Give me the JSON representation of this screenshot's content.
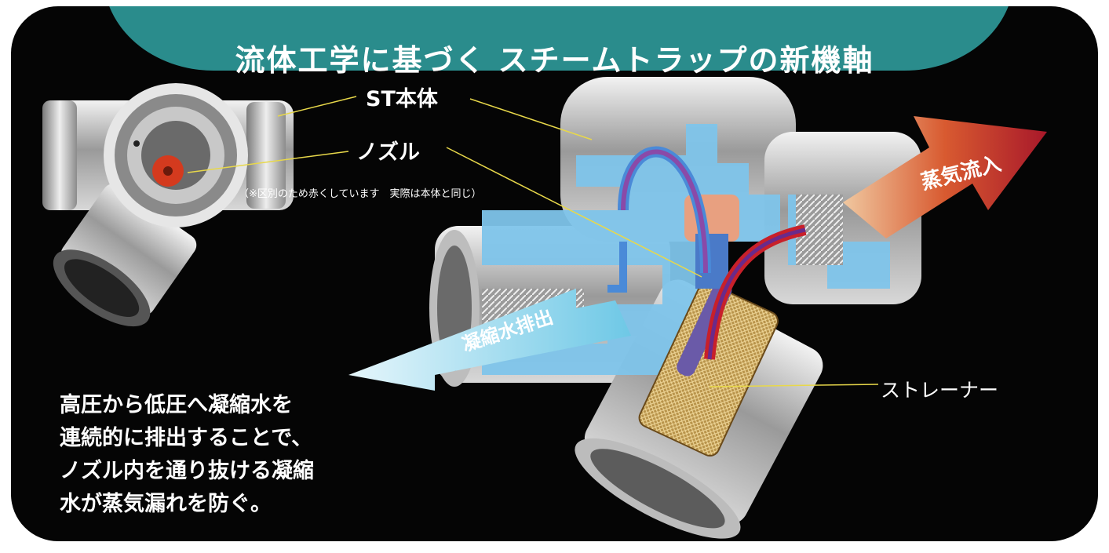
{
  "title": "流体工学に基づく スチームトラップの新機軸",
  "labels": {
    "body": "ST本体",
    "nozzle": "ノズル",
    "note": "（※区別のため赤くしています　実際は本体と同じ）",
    "steam_in": "蒸気流入",
    "condensate_out": "凝縮水排出",
    "strainer": "ストレーナー"
  },
  "description": [
    "高圧から低圧へ凝縮水を",
    "連続的に排出することで、",
    "ノズル内を通り抜ける凝縮",
    "水が蒸気漏れを防ぐ。"
  ],
  "colors": {
    "panel": "#050505",
    "title_tab": "#2a8c8c",
    "text": "#ffffff",
    "cutaway_blue": "#7ec4ea",
    "nozzle_red": "#d43a1e",
    "strainer_gold": "#c8a452",
    "steam_arrow": "#b0232a",
    "condensate_arrow": "#8fd6ea",
    "leader_line": "#e8d84a"
  },
  "icons": [
    "steam-inflow-arrow",
    "condensate-outflow-arrow",
    "flow-path-arrow"
  ]
}
